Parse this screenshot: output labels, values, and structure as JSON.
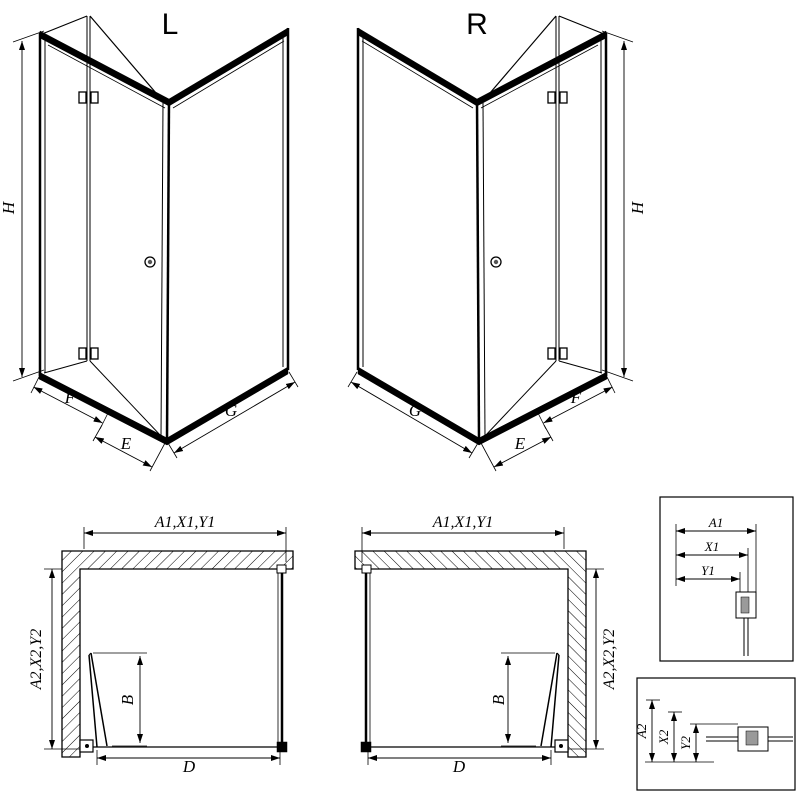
{
  "drawing": {
    "background": "#ffffff",
    "line_color": "#000000",
    "views": {
      "left_3d": {
        "label": "L"
      },
      "right_3d": {
        "label": "R"
      }
    },
    "dims": {
      "height": "H",
      "door_fixed_width": "F",
      "door_entry_width": "E",
      "side_panel_width": "G",
      "width_range": "A1,X1,Y1",
      "depth_range": "A2,X2,Y2",
      "door_projection": "B",
      "inner_width": "D",
      "detail_a1": "A1",
      "detail_x1": "X1",
      "detail_y1": "Y1",
      "detail_a2": "A2",
      "detail_x2": "X2",
      "detail_y2": "Y2"
    }
  }
}
